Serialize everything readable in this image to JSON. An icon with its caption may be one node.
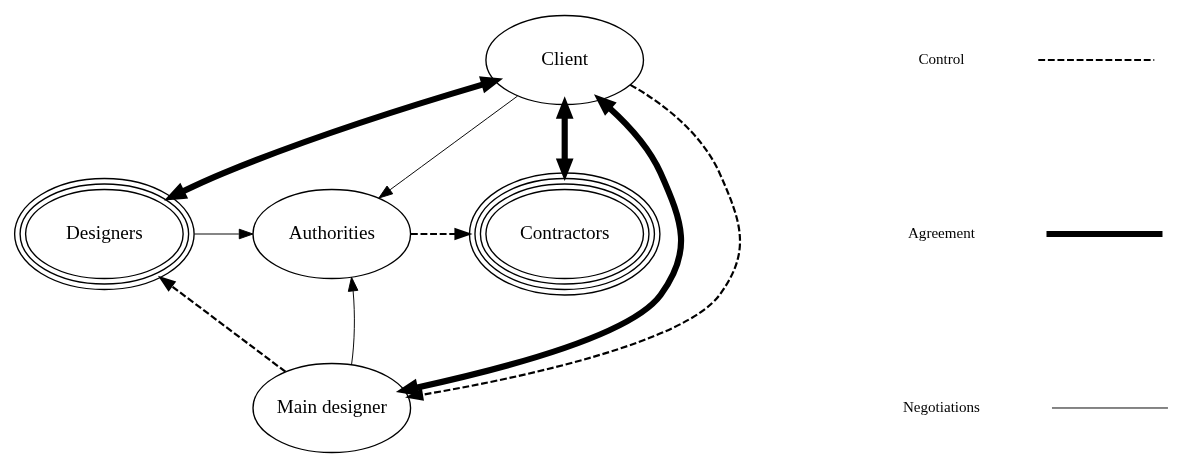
{
  "diagram": {
    "nodes": [
      {
        "text": [
          "Client"
        ]
      },
      {
        "text": [
          "Designers"
        ]
      },
      {
        "text": [
          "Authorities"
        ]
      },
      {
        "text": [
          "Contractors"
        ]
      },
      {
        "text": [
          "Main designer"
        ]
      }
    ],
    "edges": [
      {
        "from": 0,
        "to": 1,
        "arrow": "both",
        "style": "thick"
      },
      {
        "from": 0,
        "to": 2,
        "arrow": "to"
      },
      {
        "from": 0,
        "to": 3,
        "arrow": "both",
        "style": "thick"
      },
      {
        "from": 0,
        "to": 4,
        "arrow": "both",
        "style": "thick"
      },
      {
        "from": 0,
        "to": 4,
        "arrow": "to",
        "style": "dashed"
      },
      {
        "from": 1,
        "to": 2,
        "arrow": "to"
      },
      {
        "from": 2,
        "to": 3,
        "arrow": "to",
        "style": "dashed"
      },
      {
        "from": 4,
        "to": 1,
        "arrow": "to",
        "style": "dashed"
      },
      {
        "from": 4,
        "to": 2,
        "arrow": "to"
      }
    ],
    "legend": [
      {
        "text": "Control"
      },
      {
        "text": "Agreement"
      },
      {
        "text": "Negotiations"
      }
    ]
  }
}
